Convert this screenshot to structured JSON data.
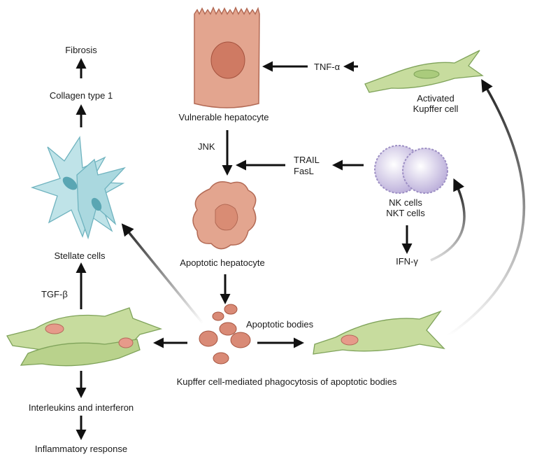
{
  "labels": {
    "fibrosis": "Fibrosis",
    "collagen": "Collagen type 1",
    "stellate": "Stellate cells",
    "tgf": "TGF-β",
    "interleukins": "Interleukins and interferon",
    "inflammatory": "Inflammatory response",
    "vulnerable": "Vulnerable hepatocyte",
    "jnk": "JNK",
    "apoptotic_hepatocyte": "Apoptotic hepatocyte",
    "apoptotic_bodies": "Apoptotic bodies",
    "phagocytosis": "Kupffer cell-mediated phagocytosis of apoptotic bodies",
    "tnf": "TNF-α",
    "activated_kupffer_line1": "Activated",
    "activated_kupffer_line2": "Kupffer cell",
    "trail": "TRAIL",
    "fasl": "FasL",
    "nk": "NK cells",
    "nkt": "NKT cells",
    "ifn": "IFN-γ"
  },
  "colors": {
    "hepatocyte": "#e3a58f",
    "nucleus": "#cf7a63",
    "stellate": "#bfe3e8",
    "kupffer": "#c7dc9e",
    "kupffer_nucleus": "#e69a8a",
    "lymphocyte": "#d9d0ea",
    "arrow": "#111111"
  }
}
